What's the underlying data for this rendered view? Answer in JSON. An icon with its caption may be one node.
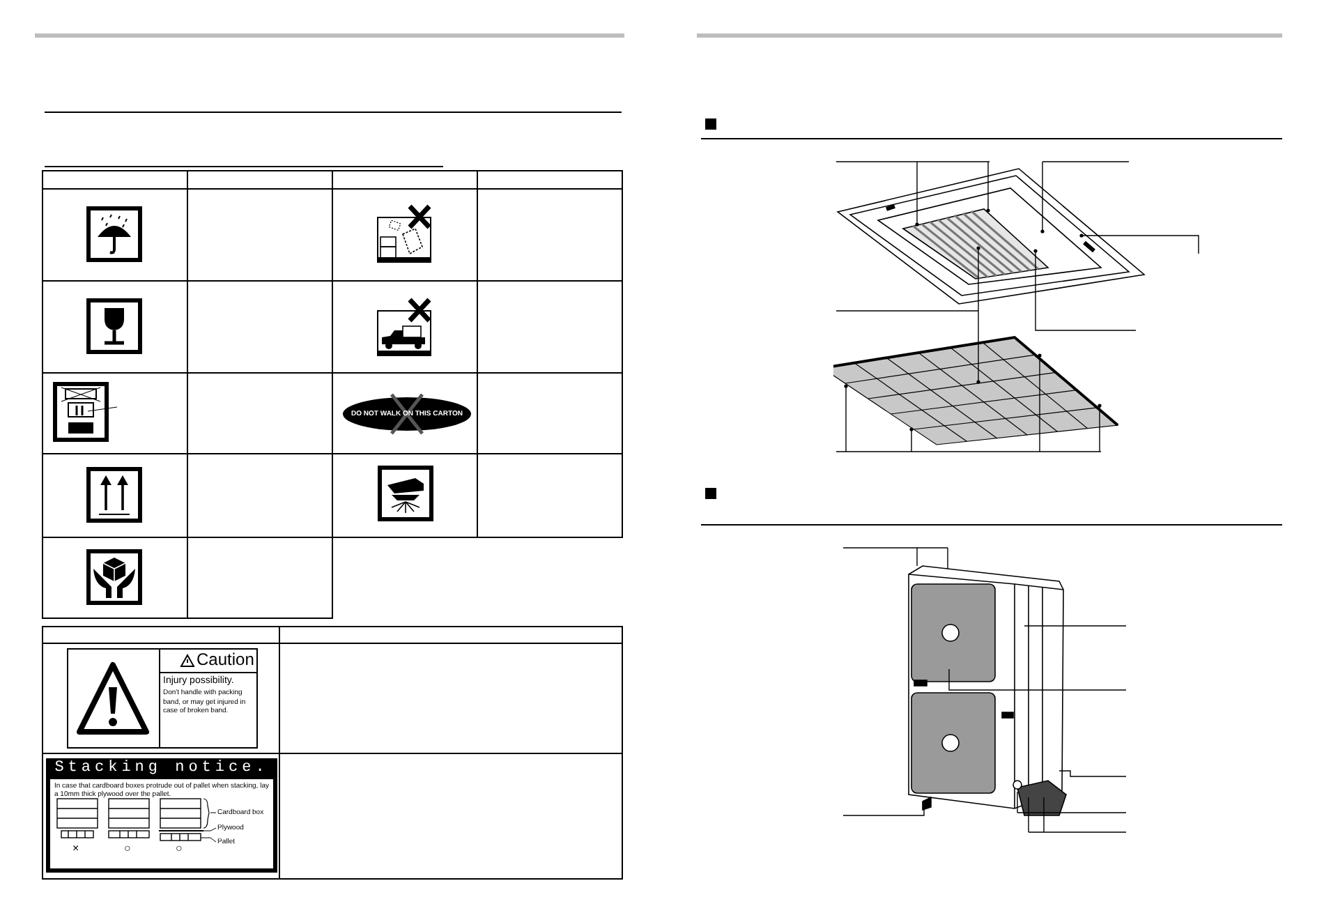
{
  "diagram": {
    "nodes": [
      {
        "text": [],
        "shape": "picture",
        "beside": [
          "×",
          "○",
          "○"
        ]
      },
      {
        "text": [
          "Cardboard box"
        ]
      },
      {
        "text": [
          "Plywood"
        ]
      },
      {
        "text": [
          "Pallet"
        ]
      }
    ],
    "edges": [
      {
        "from": 1,
        "to": 0,
        "arrow": "none"
      },
      {
        "from": 2,
        "to": 0,
        "arrow": "none"
      },
      {
        "from": 3,
        "to": 0,
        "arrow": "none"
      }
    ],
    "labels": [
      "DO NOT WALK ON THIS CARTON",
      "Caution",
      "Injury possibility.",
      "Don't handle with packing band, or may get injured in case of broken band.",
      "Stacking notice.",
      "In case that cardboard boxes protrude out of pallet when stacking, lay a 10mm thick plywood over the pallet."
    ]
  }
}
